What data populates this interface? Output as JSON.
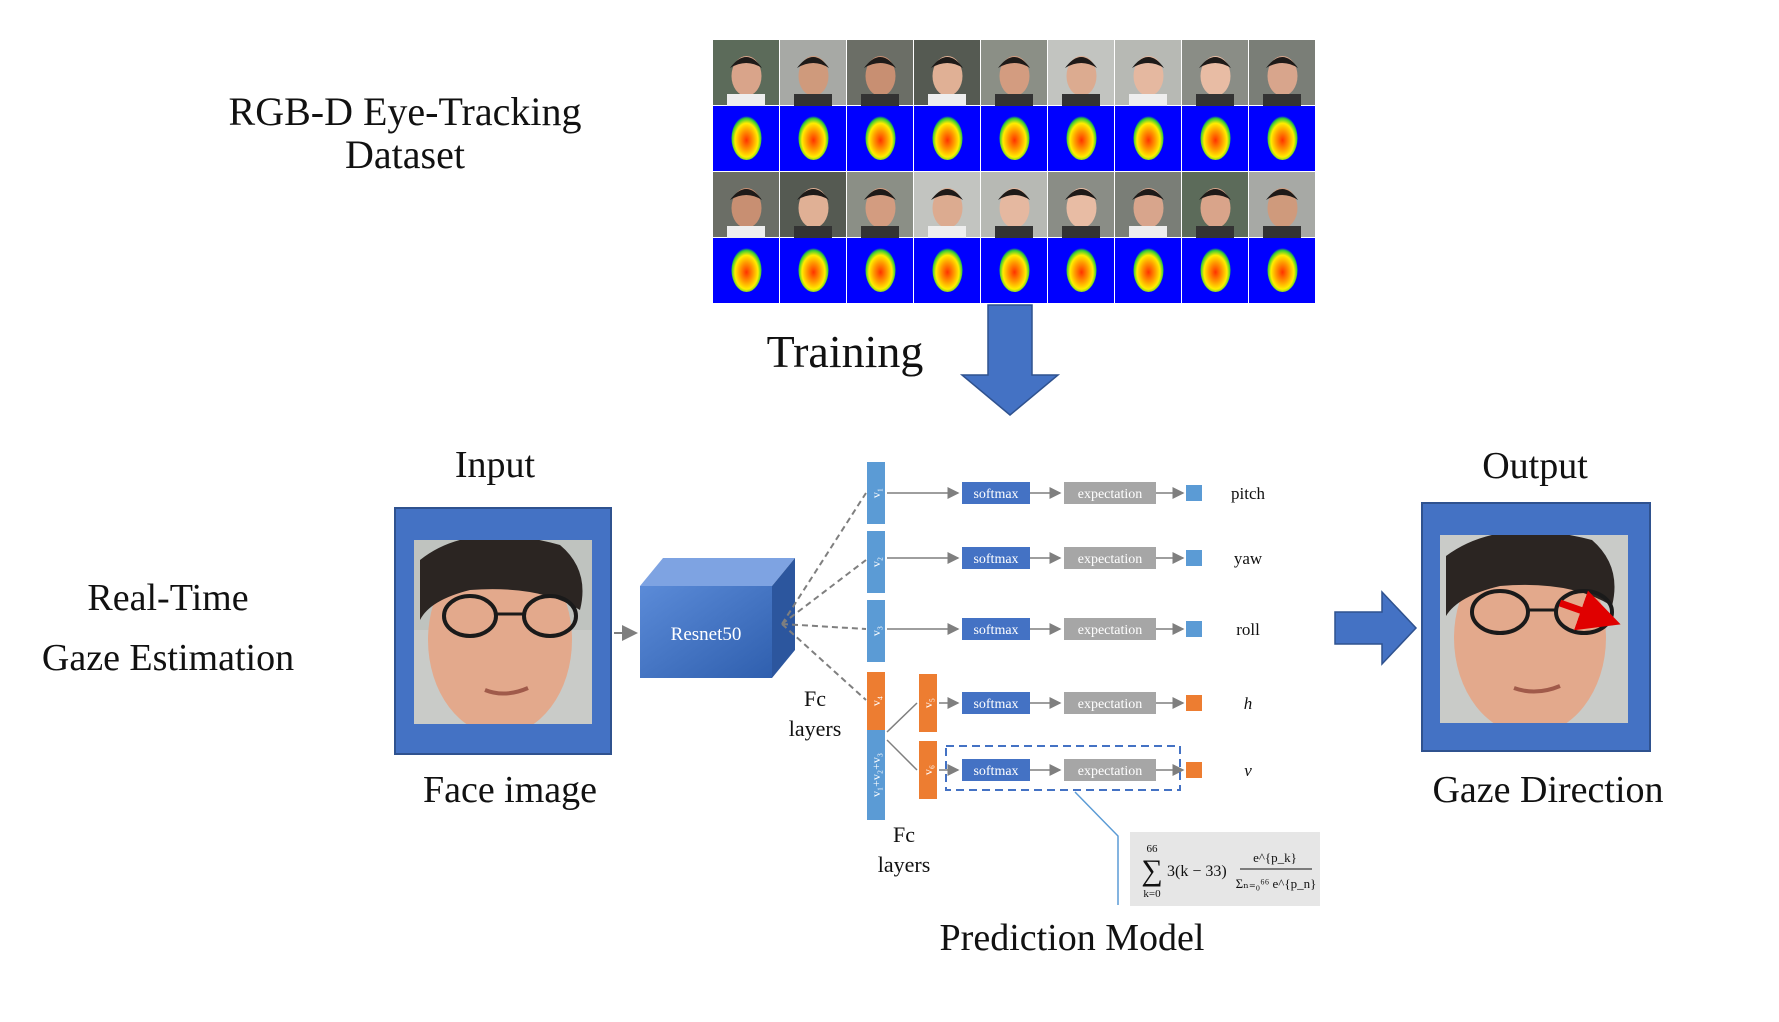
{
  "dataset": {
    "title_line1": "RGB-D Eye-Tracking",
    "title_line2": "Dataset",
    "rows": 4,
    "cols": 9
  },
  "training_label": "Training",
  "section_label_line1": "Real-Time",
  "section_label_line2": "Gaze Estimation",
  "input": {
    "title": "Input",
    "caption": "Face image"
  },
  "output": {
    "title": "Output",
    "caption": "Gaze Direction"
  },
  "model": {
    "backbone": "Resnet50",
    "fc_label_1": "Fc",
    "fc_label_2": "layers",
    "fc_label_3": "Fc",
    "fc_label_4": "layers",
    "caption": "Prediction Model",
    "branch_vectors": [
      "v₁",
      "v₂",
      "v₃",
      "v₄",
      "v₅",
      "v₆"
    ],
    "combined_vector": "v₁+v₂+v₃",
    "softmax_label": "softmax",
    "expectation_label": "expectation",
    "outputs": [
      "pitch",
      "yaw",
      "roll",
      "h",
      "v"
    ],
    "formula": {
      "sum_top": "66",
      "sum_bottom": "k=0",
      "body": "3(k − 33)",
      "numerator": "e^{p_k}",
      "denominator": "Σₙ₌₀⁶⁶ e^{p_n}"
    }
  },
  "colors": {
    "blue_accent": "#4472c4",
    "orange_accent": "#ed7d31",
    "grey_box": "#a6a6a6",
    "depth_bg": "#0000ff"
  }
}
